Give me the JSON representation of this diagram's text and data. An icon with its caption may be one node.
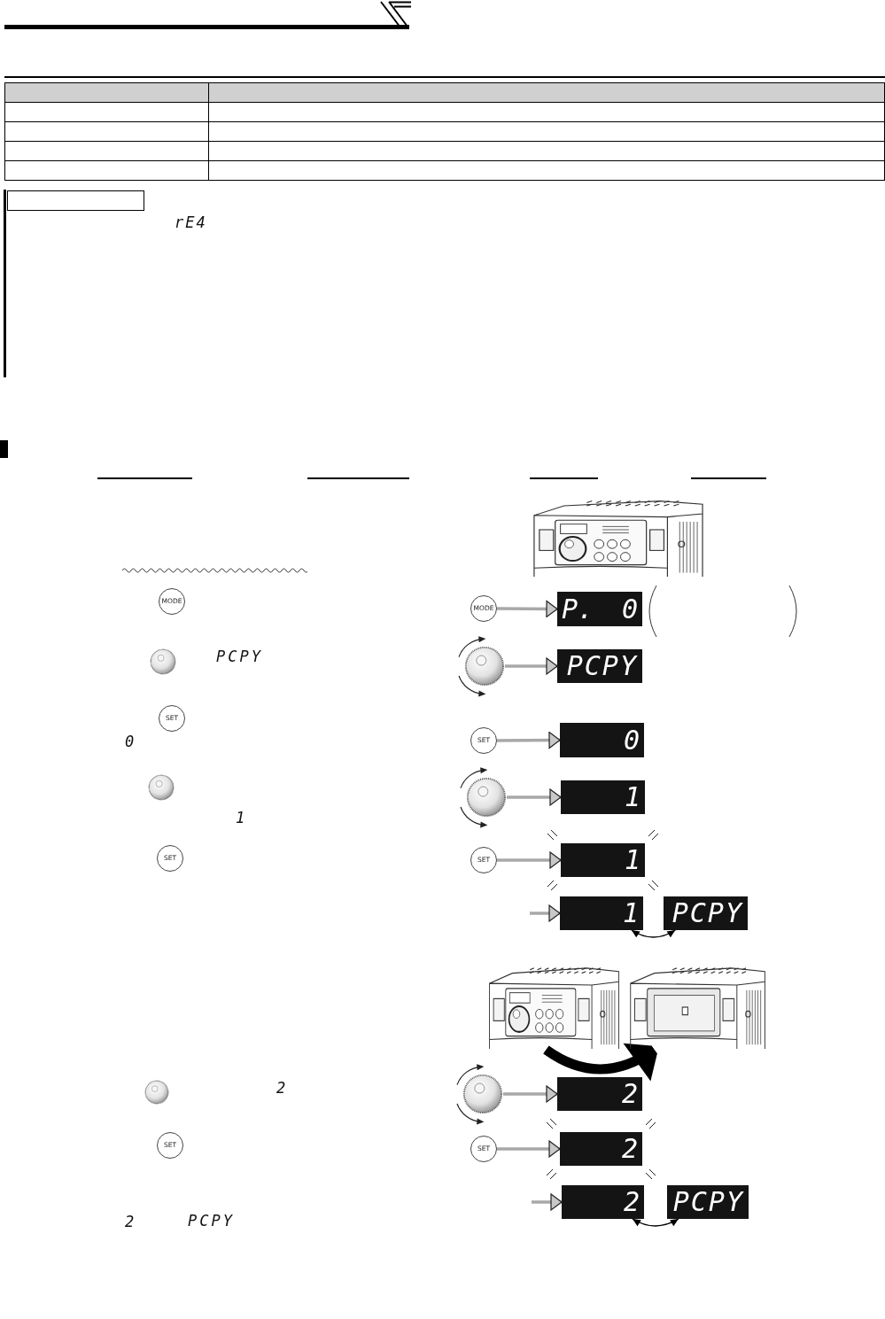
{
  "diagram": {
    "nodes": [
      {
        "text": [
          "MODE"
        ]
      },
      {
        "text": [
          "P. 0"
        ]
      },
      {
        "text": [],
        "shape": "circle"
      },
      {
        "text": [
          "PCPY"
        ]
      },
      {
        "text": [
          "SET"
        ]
      },
      {
        "text": [
          "0"
        ]
      },
      {
        "text": [],
        "shape": "circle"
      },
      {
        "text": [
          "1"
        ]
      },
      {
        "text": [
          "SET"
        ]
      },
      {
        "text": [
          "1"
        ]
      },
      {
        "text": [
          "1"
        ]
      },
      {
        "text": [
          "PCPY"
        ]
      },
      {
        "text": [],
        "shape": "picture"
      },
      {
        "text": [],
        "shape": "picture"
      },
      {
        "text": [],
        "shape": "circle"
      },
      {
        "text": [
          "2"
        ]
      },
      {
        "text": [
          "SET"
        ]
      },
      {
        "text": [
          "2"
        ]
      },
      {
        "text": [
          "2"
        ]
      },
      {
        "text": [
          "PCPY"
        ]
      }
    ],
    "edges": [
      {
        "from": 0,
        "to": 1,
        "arrow": "to"
      },
      {
        "from": 2,
        "to": 3,
        "arrow": "to"
      },
      {
        "from": 4,
        "to": 5,
        "arrow": "to"
      },
      {
        "from": 6,
        "to": 7,
        "arrow": "to"
      },
      {
        "from": 8,
        "to": 9,
        "arrow": "to"
      },
      {
        "from": null,
        "to": 10,
        "arrow": "to"
      },
      {
        "from": 10,
        "to": 11,
        "arrow": "both",
        "color": "#000000"
      },
      {
        "from": 12,
        "to": 13,
        "arrow": "to",
        "style": "thick",
        "color": "#000000"
      },
      {
        "from": 14,
        "to": 15,
        "arrow": "to"
      },
      {
        "from": 16,
        "to": 17,
        "arrow": "to"
      },
      {
        "from": null,
        "to": 18,
        "arrow": "to"
      },
      {
        "from": 18,
        "to": 19,
        "arrow": "both",
        "color": "#000000"
      }
    ],
    "labels": [
      "rE4",
      "MODE",
      "PCPY",
      "SET",
      "0",
      "1",
      "SET",
      "2",
      "SET",
      "2",
      "PCPY"
    ]
  }
}
